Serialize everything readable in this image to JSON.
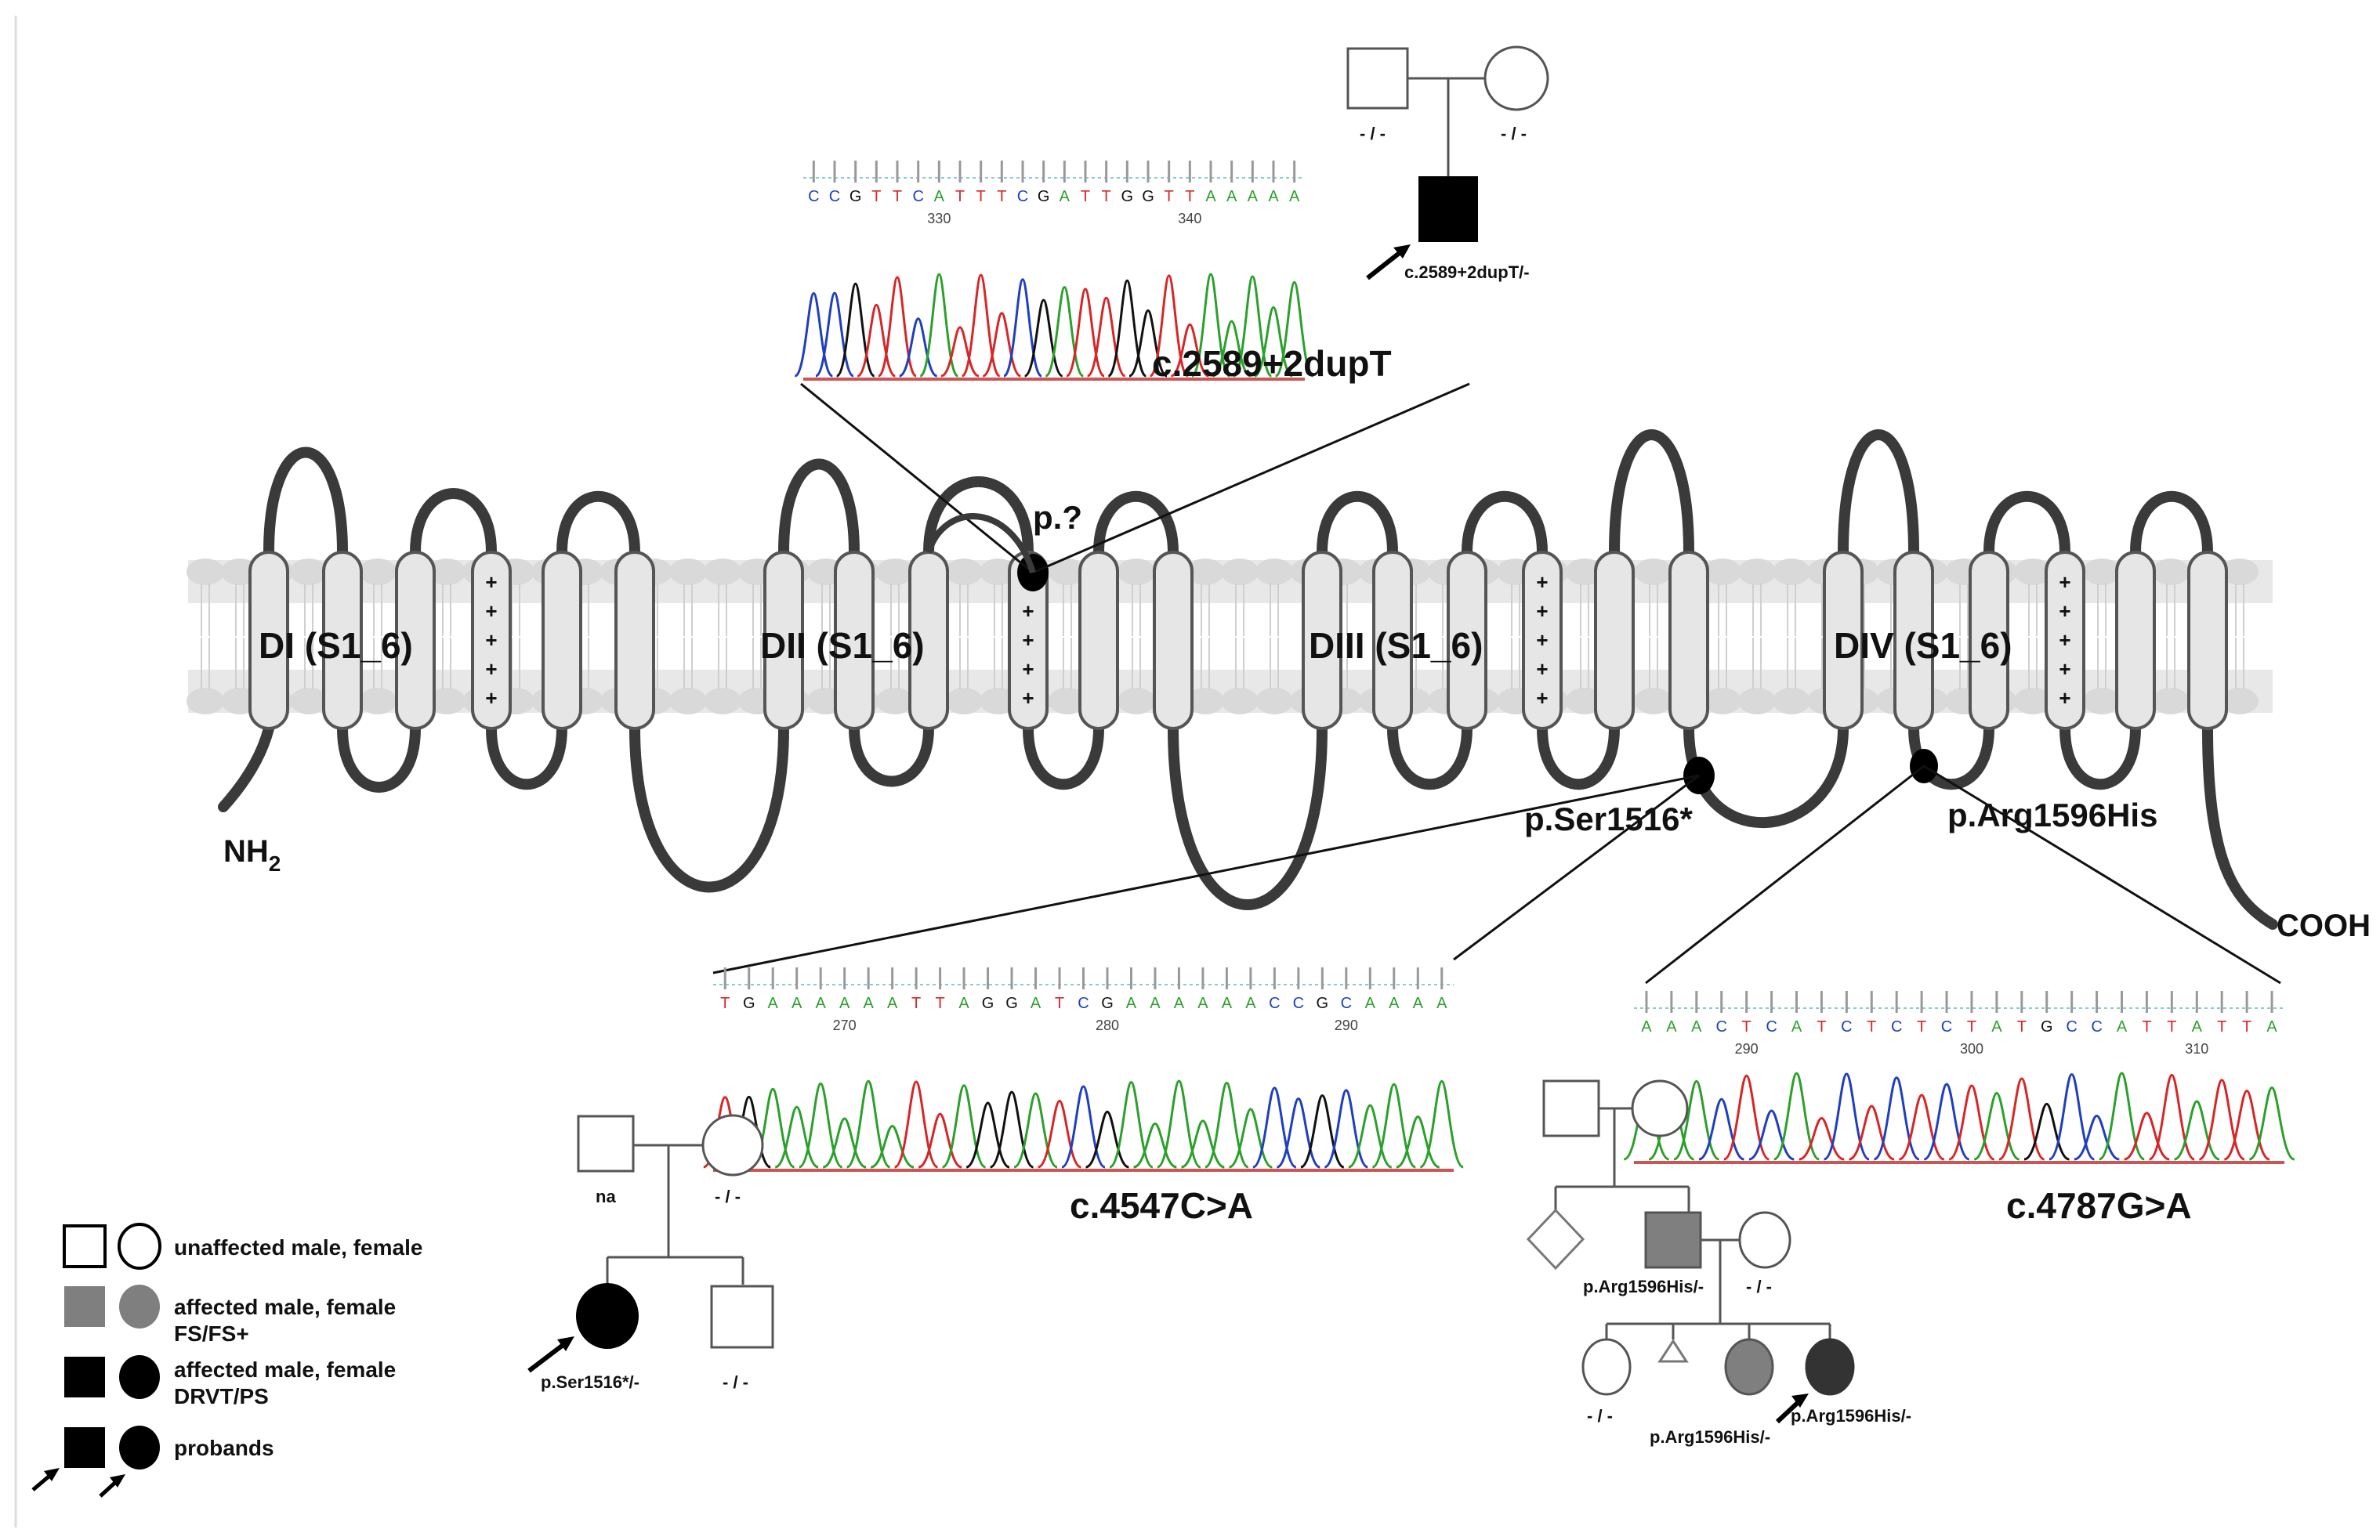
{
  "domains": [
    "DI (S1_6)",
    "DII (S1_6)",
    "DIII (S1_6)",
    "DIV (S1_6)"
  ],
  "termini": {
    "n": "NH",
    "n_sub": "2",
    "c": "COOH"
  },
  "mutations": {
    "splice": "p.?",
    "nonsense": "p.Ser1516*",
    "missense": "p.Arg1596His"
  },
  "voltage_sensor_charge": "+",
  "chromatograms": [
    {
      "id": "c2589",
      "sequence": "CCGTTCATTTCGATTGGTTAAAAA",
      "positions": [
        "330",
        "340"
      ],
      "label": "c.2589+2dupT"
    },
    {
      "id": "c4547",
      "sequence": "TGAAAAAATTAGGATCGAAAAAACCGCAAAA",
      "positions": [
        "270",
        "280",
        "290"
      ],
      "label": "c.4547C>A"
    },
    {
      "id": "c4787",
      "sequence": "AAACTCATCTCTCTATGCCATTATTA",
      "positions": [
        "290",
        "300",
        "310"
      ],
      "label": "c.4787G>A"
    }
  ],
  "pedigrees": {
    "p1": {
      "father": "- / -",
      "mother": "- / -",
      "proband": "c.2589+2dupT/-"
    },
    "p2": {
      "father": "na",
      "mother": "- / -",
      "proband": "p.Ser1516*/-",
      "sibling": "- / -"
    },
    "p3": {
      "father": "p.Arg1596His/-",
      "spouse": "- / -",
      "child1": "- / -",
      "child3": "p.Arg1596His/-",
      "proband": "p.Arg1596His/-"
    }
  },
  "legend": [
    {
      "label": "unaffected male, female"
    },
    {
      "label": "affected male, female",
      "label2": "FS/FS+"
    },
    {
      "label": "affected male, female",
      "label2": "DRVT/PS"
    },
    {
      "label": "probands"
    }
  ],
  "colors": {
    "membrane": "#d9d9d9",
    "helix_fill": "#e6e6e6",
    "loop": "#3a3a3a",
    "affected_mild": "#7f7f7f",
    "affected_severe": "#000000",
    "base_A": "#2ca02c",
    "base_C": "#1f3fbf",
    "base_G": "#111111",
    "base_T": "#d62728"
  }
}
